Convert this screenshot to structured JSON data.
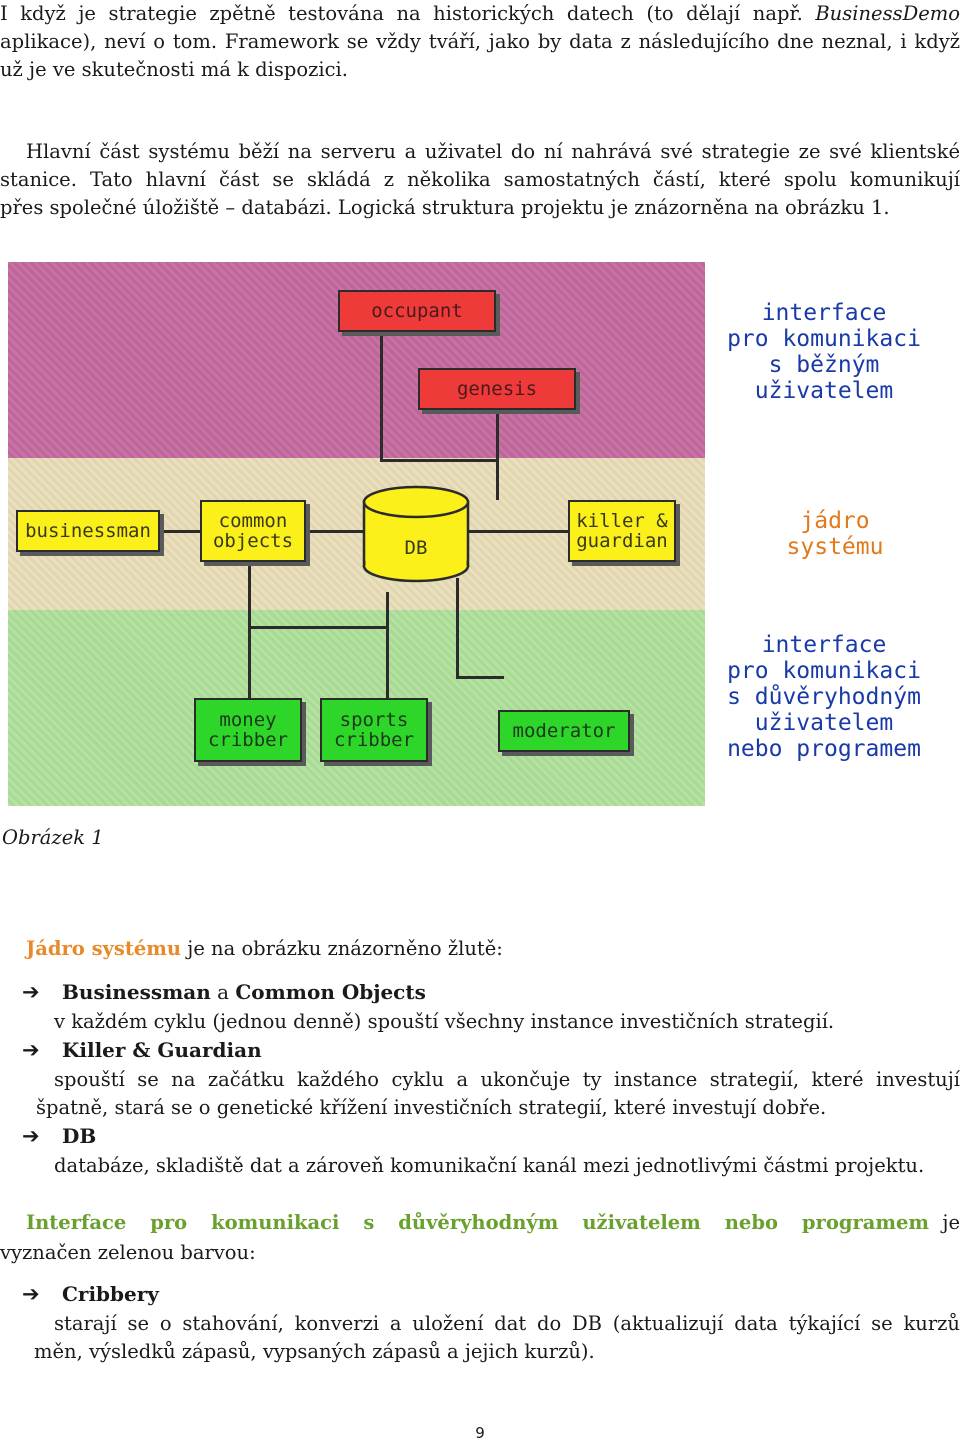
{
  "intro": {
    "p1_a": "I když je strategie zpětně testována na historických datech (to dělají např. ",
    "p1_em": "BusinessDemo",
    "p1_line2": "aplikace), neví o tom. Framework se vždy tváří, jako by data z následujícího dne neznal, i když",
    "p1_line3": "už je ve skutečnosti má k dispozici.",
    "p2_line1": "Hlavní část systému běží na serveru a uživatel do ní nahrává své strategie ze své klientské",
    "p2_line2": "stanice. Tato hlavní část se skládá z několika samostatných částí, které spolu komunikují",
    "p2_line3": "přes společné úložiště – databázi. Logická struktura projektu je znázorněna na obrázku 1."
  },
  "figure": {
    "nodes": {
      "occupant": "occupant",
      "genesis": "genesis",
      "businessman": "businessman",
      "common_objects": "common\nobjects",
      "db": "DB",
      "killer_guardian": "killer &\nguardian",
      "money_cribber": "money\ncribber",
      "sports_cribber": "sports\ncribber",
      "moderator": "moderator"
    },
    "labels": {
      "top": "interface\npro komunikaci\ns běžným\nuživatelem",
      "middle": "jádro\nsystému",
      "bottom": "interface\npro komunikaci\ns důvěryhodným\nuživatelem\nnebo programem"
    },
    "colors": {
      "top_zone": "#c56a9f",
      "middle_zone": "#e8ddb7",
      "bottom_zone": "#aee09a",
      "red_node": "#ef3a3a",
      "yellow_node": "#fbf01a",
      "green_node": "#2ed62a"
    }
  },
  "caption": "Obrázek 1",
  "core": {
    "title": "Jádro systému",
    "title_rest": " je na obrázku znázorněno žlutě:",
    "bullet_symbol": "➔",
    "items": [
      {
        "head_a": "Businessman",
        "head_mid": " a ",
        "head_b": "Common Objects",
        "line1": "v každém cyklu (jednou denně) spouští všechny instance investičních strategií."
      },
      {
        "head": "Killer & Guardian",
        "line1": "spouští se na začátku každého cyklu a ukončuje ty instance strategií, které investují",
        "line2": "špatně, stará se o genetické křížení investičních strategií, které investují dobře."
      },
      {
        "head": "DB",
        "line1": "databáze, skladiště dat a zároveň komunikační kanál mezi jednotlivými částmi projektu."
      }
    ]
  },
  "trusted": {
    "title": "Interface pro komunikaci s důvěryhodným uživatelem nebo programem",
    "title_rest": " je",
    "line2": "vyznačen zelenou barvou:",
    "item_head": "Cribbery",
    "item_line1": "starají se o stahování, konverzi a uložení dat do DB (aktualizují data týkající se kurzů",
    "item_line2": "měn, výsledků zápasů, vypsaných zápasů a jejich kurzů)."
  },
  "page_number": "9"
}
